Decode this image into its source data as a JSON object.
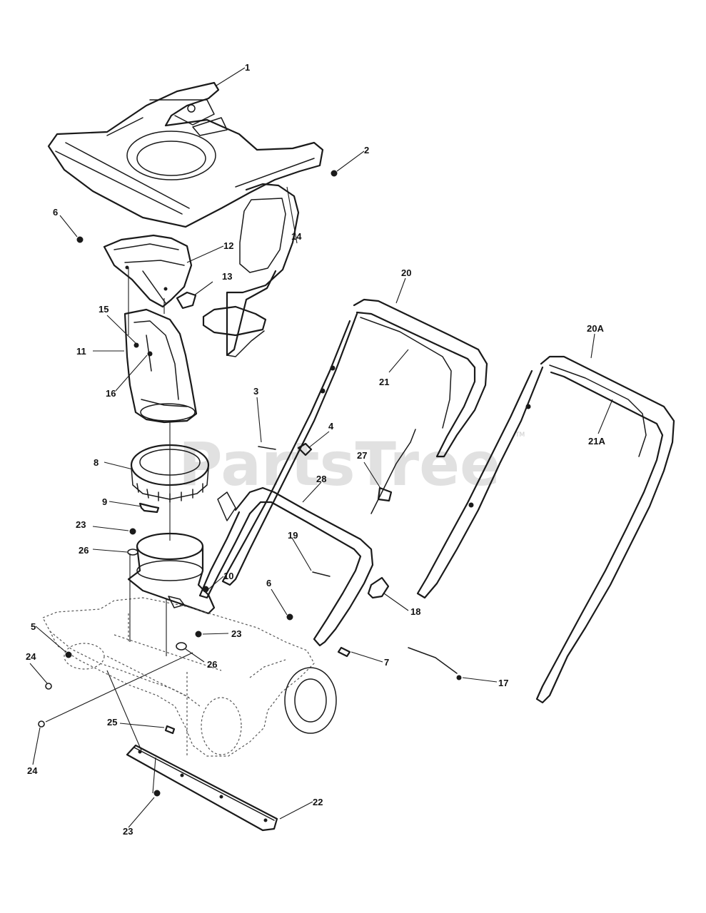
{
  "watermark": {
    "text": "PartsTree",
    "trademark": "TM"
  },
  "callouts": [
    {
      "id": "c1",
      "label": "1"
    },
    {
      "id": "c2",
      "label": "2"
    },
    {
      "id": "c6a",
      "label": "6"
    },
    {
      "id": "c12",
      "label": "12"
    },
    {
      "id": "c14",
      "label": "14"
    },
    {
      "id": "c13",
      "label": "13"
    },
    {
      "id": "c15",
      "label": "15"
    },
    {
      "id": "c11",
      "label": "11"
    },
    {
      "id": "c16",
      "label": "16"
    },
    {
      "id": "c20",
      "label": "20"
    },
    {
      "id": "c21",
      "label": "21"
    },
    {
      "id": "c20A",
      "label": "20A"
    },
    {
      "id": "c21A",
      "label": "21A"
    },
    {
      "id": "c3",
      "label": "3"
    },
    {
      "id": "c4",
      "label": "4"
    },
    {
      "id": "c27",
      "label": "27"
    },
    {
      "id": "c8",
      "label": "8"
    },
    {
      "id": "c28",
      "label": "28"
    },
    {
      "id": "c9",
      "label": "9"
    },
    {
      "id": "c23a",
      "label": "23"
    },
    {
      "id": "c19",
      "label": "19"
    },
    {
      "id": "c26a",
      "label": "26"
    },
    {
      "id": "c10",
      "label": "10"
    },
    {
      "id": "c6b",
      "label": "6"
    },
    {
      "id": "c18",
      "label": "18"
    },
    {
      "id": "c5",
      "label": "5"
    },
    {
      "id": "c23b",
      "label": "23"
    },
    {
      "id": "c24a",
      "label": "24"
    },
    {
      "id": "c26b",
      "label": "26"
    },
    {
      "id": "c7",
      "label": "7"
    },
    {
      "id": "c17",
      "label": "17"
    },
    {
      "id": "c25",
      "label": "25"
    },
    {
      "id": "c24b",
      "label": "24"
    },
    {
      "id": "c22",
      "label": "22"
    },
    {
      "id": "c23c",
      "label": "23"
    }
  ]
}
